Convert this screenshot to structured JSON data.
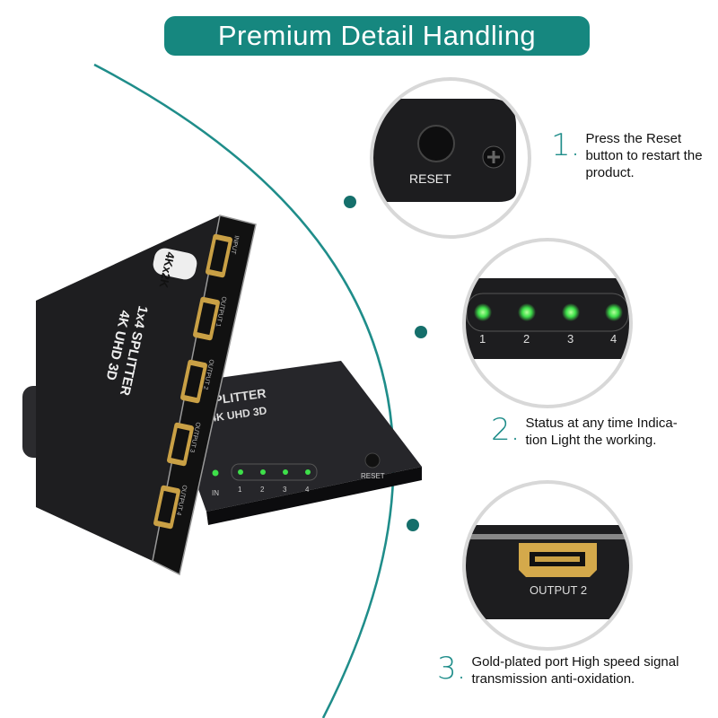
{
  "title": "Premium Detail Handling",
  "colors": {
    "accent": "#16877f",
    "led": "#3ee04a",
    "device": "#1e1e20"
  },
  "device": {
    "badge": "4Kx2K",
    "model": "1x4 SPLITTER",
    "subtitle": "4K UHD 3D",
    "ports": [
      "INPUT",
      "OUTPUT 1",
      "OUTPUT 2",
      "OUTPUT 3",
      "OUTPUT 4"
    ],
    "rear_brand": "SPLITTER",
    "rear_sub": "4K UHD 3D",
    "led_labels": [
      "IN",
      "1",
      "2",
      "3",
      "4"
    ],
    "reset_label": "RESET"
  },
  "zoom_details": {
    "reset_label": "RESET",
    "led_labels": [
      "1",
      "2",
      "3",
      "4"
    ],
    "port_label": "OUTPUT 2"
  },
  "features": [
    {
      "number": "1.",
      "text": "Press the Reset button to restart the product."
    },
    {
      "number": "2.",
      "text": "Status at any time Indica-tion Light the working."
    },
    {
      "number": "3.",
      "text": "Gold-plated port High speed signal transmission anti-oxidation."
    }
  ]
}
